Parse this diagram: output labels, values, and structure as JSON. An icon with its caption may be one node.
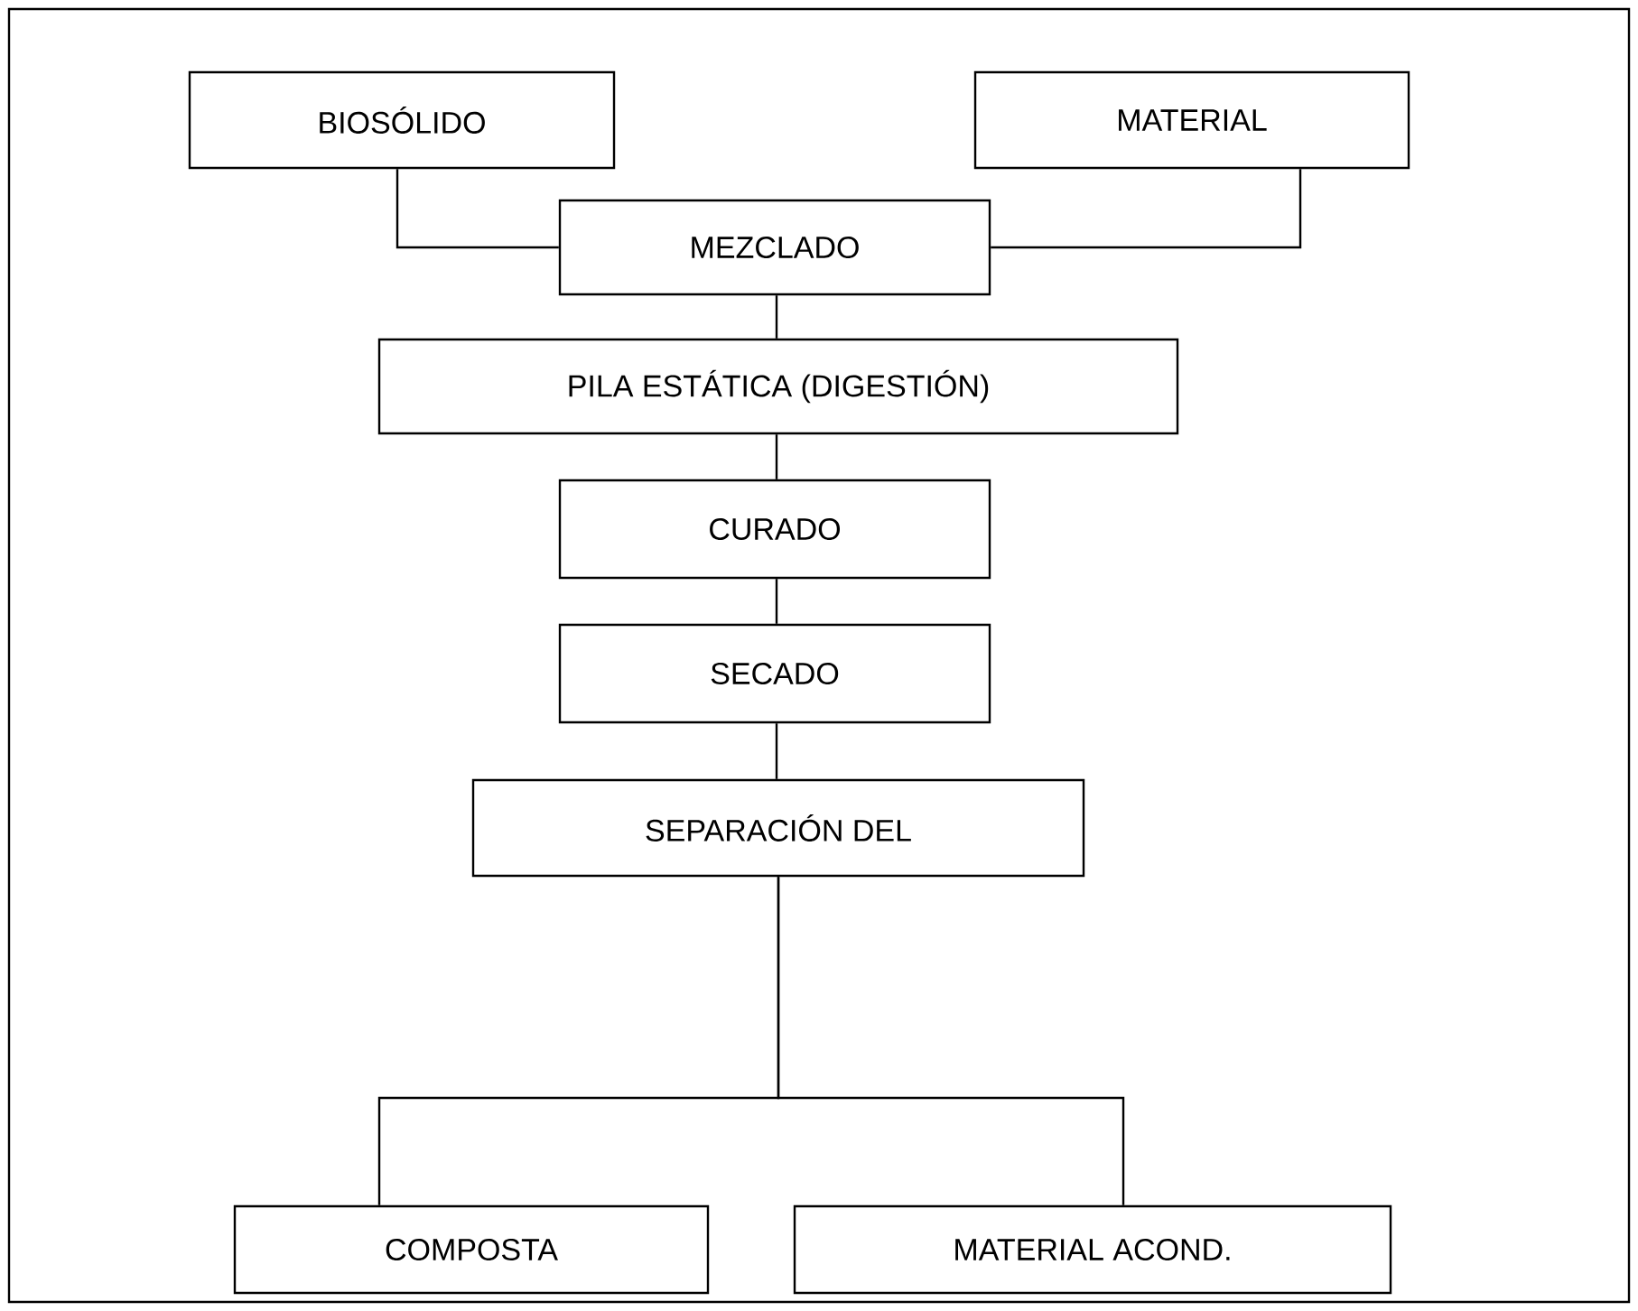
{
  "diagram": {
    "nodes": [
      {
        "text": [
          "BIOSÓLIDO"
        ]
      },
      {
        "text": [
          "MATERIAL"
        ]
      },
      {
        "text": [
          "MEZCLADO"
        ]
      },
      {
        "text": [
          "PILA ESTÁTICA (DIGESTIÓN)"
        ]
      },
      {
        "text": [
          "CURADO"
        ]
      },
      {
        "text": [
          "SECADO"
        ]
      },
      {
        "text": [
          "SEPARACIÓN DEL"
        ]
      },
      {
        "text": [
          "COMPOSTA"
        ]
      },
      {
        "text": [
          "MATERIAL ACOND."
        ]
      }
    ],
    "edges": [
      {
        "from": 0,
        "to": 2,
        "arrow": "none"
      },
      {
        "from": 1,
        "to": 2,
        "arrow": "none"
      },
      {
        "from": 2,
        "to": 3,
        "arrow": "none"
      },
      {
        "from": 3,
        "to": 4,
        "arrow": "none"
      },
      {
        "from": 4,
        "to": 5,
        "arrow": "none"
      },
      {
        "from": 5,
        "to": 6,
        "arrow": "none"
      },
      {
        "from": 6,
        "to": 7,
        "arrow": "none"
      },
      {
        "from": 6,
        "to": 8,
        "arrow": "none"
      }
    ]
  }
}
